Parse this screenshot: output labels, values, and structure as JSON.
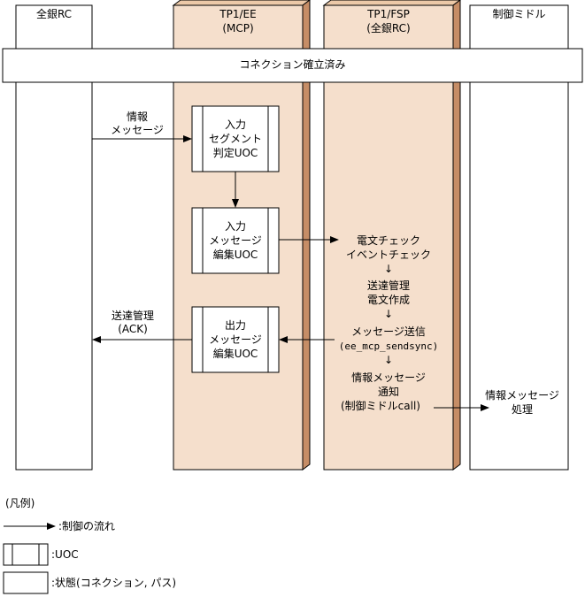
{
  "lanes": {
    "zengin_rc": "全銀RC",
    "tp1_ee": "TP1/EE",
    "tp1_ee_sub": "(MCP)",
    "tp1_fsp": "TP1/FSP",
    "tp1_fsp_sub": "(全銀RC)",
    "middle": "制御ミドル"
  },
  "connection_banner": "コネクション確立済み",
  "uoc_boxes": {
    "input_segment": [
      "入力",
      "セグメント",
      "判定UOC"
    ],
    "input_message": [
      "入力",
      "メッセージ",
      "編集UOC"
    ],
    "output_message": [
      "出力",
      "メッセージ",
      "編集UOC"
    ]
  },
  "labels": {
    "info_message": [
      "情報",
      "メッセージ"
    ],
    "send_management_ack": [
      "送達管理",
      "(ACK)"
    ],
    "fsp_steps": {
      "check": [
        "電文チェック",
        "イベントチェック"
      ],
      "arrow1": "↓",
      "manage": [
        "送達管理",
        "電文作成"
      ],
      "arrow2": "↓",
      "send": [
        "メッセージ送信",
        "(ee_mcp_sendsync)"
      ],
      "arrow3": "↓",
      "notify": [
        "情報メッセージ",
        "通知",
        "(制御ミドルcall)"
      ]
    },
    "middle_process": [
      "情報メッセージ",
      "処理"
    ]
  },
  "legend": {
    "title": "(凡例)",
    "control_flow": ":制御の流れ",
    "uoc": ":UOC",
    "state": ":状態(コネクション, パス)"
  },
  "colors": {
    "lane_fill": "#f5dfcc",
    "lane_shadow": "#c68d66",
    "line": "#000000"
  }
}
